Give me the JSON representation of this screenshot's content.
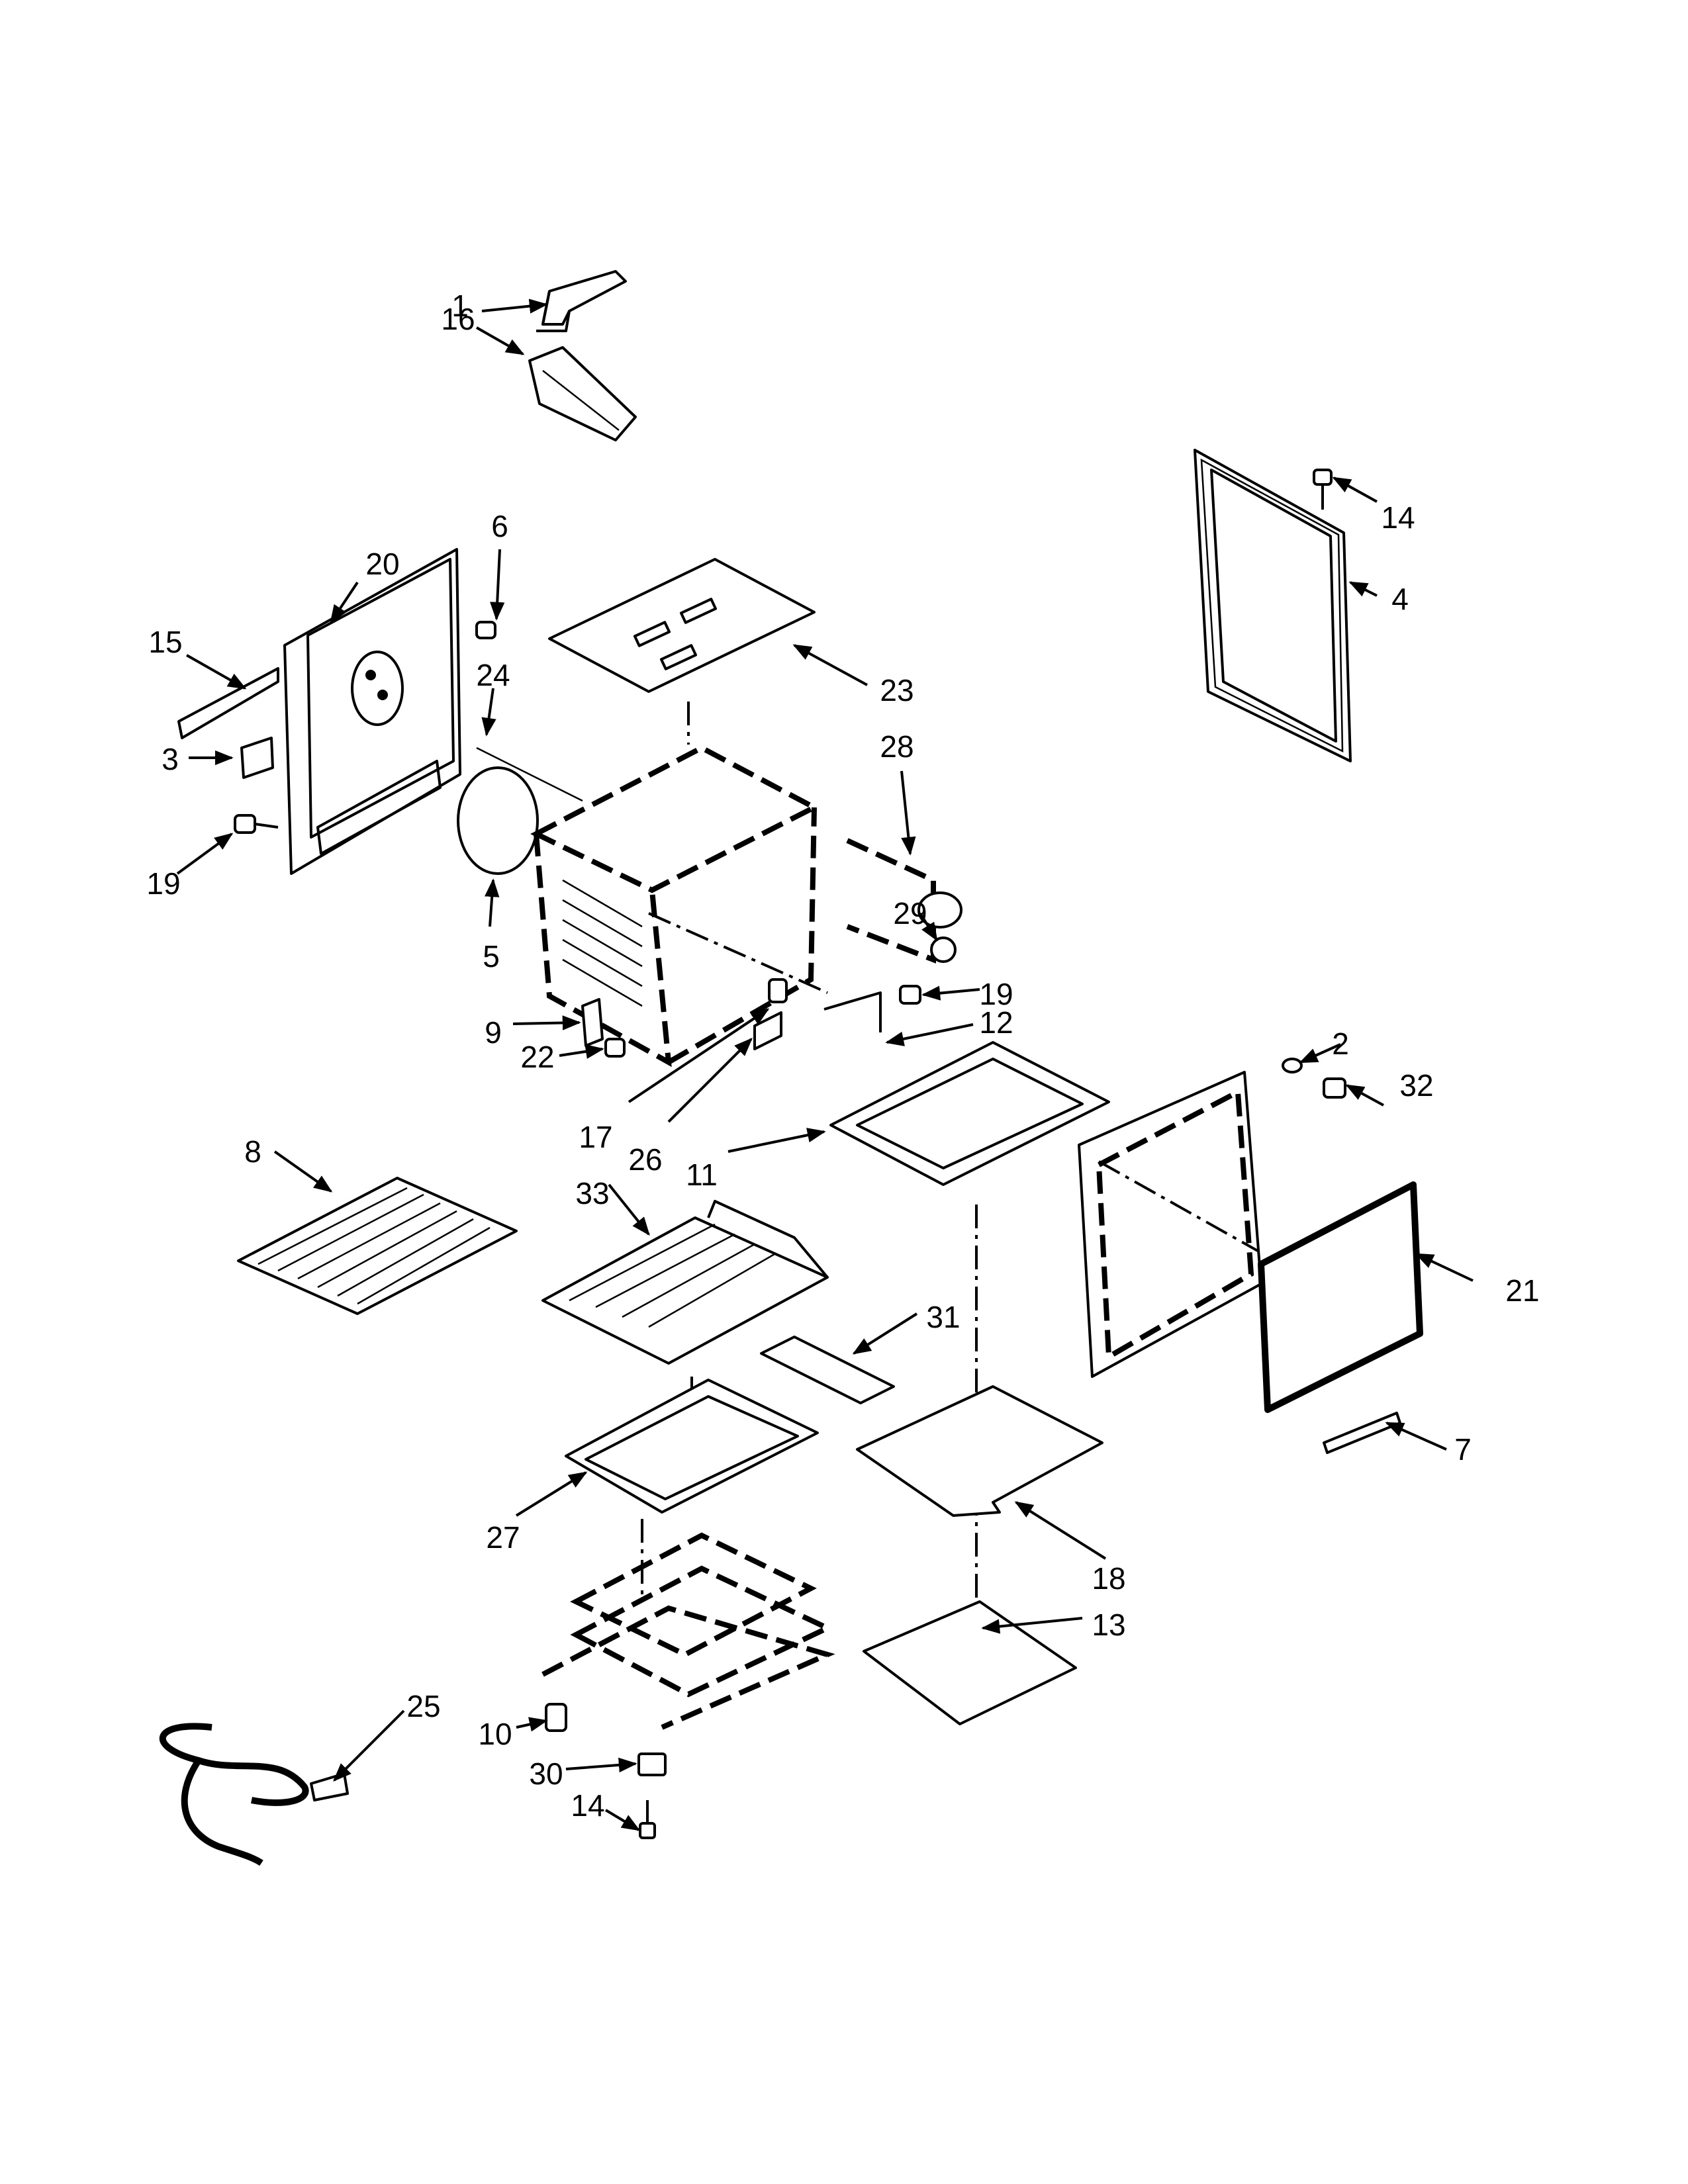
{
  "colors": {
    "ink": "#000000",
    "paper": "#ffffff"
  },
  "labels": [
    {
      "id": "l1",
      "text": "1"
    },
    {
      "id": "l16",
      "text": "16"
    },
    {
      "id": "l14a",
      "text": "14"
    },
    {
      "id": "l4",
      "text": "4"
    },
    {
      "id": "l6",
      "text": "6"
    },
    {
      "id": "l20",
      "text": "20"
    },
    {
      "id": "l15",
      "text": "15"
    },
    {
      "id": "l24",
      "text": "24"
    },
    {
      "id": "l23",
      "text": "23"
    },
    {
      "id": "l3",
      "text": "3"
    },
    {
      "id": "l28",
      "text": "28"
    },
    {
      "id": "l19a",
      "text": "19"
    },
    {
      "id": "l29",
      "text": "29"
    },
    {
      "id": "l5",
      "text": "5"
    },
    {
      "id": "l19b",
      "text": "19"
    },
    {
      "id": "l12",
      "text": "12"
    },
    {
      "id": "l2",
      "text": "2"
    },
    {
      "id": "l32",
      "text": "32"
    },
    {
      "id": "l9",
      "text": "9"
    },
    {
      "id": "l22",
      "text": "22"
    },
    {
      "id": "l17",
      "text": "17"
    },
    {
      "id": "l26",
      "text": "26"
    },
    {
      "id": "l11",
      "text": "11"
    },
    {
      "id": "l8",
      "text": "8"
    },
    {
      "id": "l33",
      "text": "33"
    },
    {
      "id": "l21",
      "text": "21"
    },
    {
      "id": "l31",
      "text": "31"
    },
    {
      "id": "l7",
      "text": "7"
    },
    {
      "id": "l27",
      "text": "27"
    },
    {
      "id": "l18",
      "text": "18"
    },
    {
      "id": "l13",
      "text": "13"
    },
    {
      "id": "l25",
      "text": "25"
    },
    {
      "id": "l10",
      "text": "10"
    },
    {
      "id": "l30",
      "text": "30"
    },
    {
      "id": "l14b",
      "text": "14"
    }
  ]
}
